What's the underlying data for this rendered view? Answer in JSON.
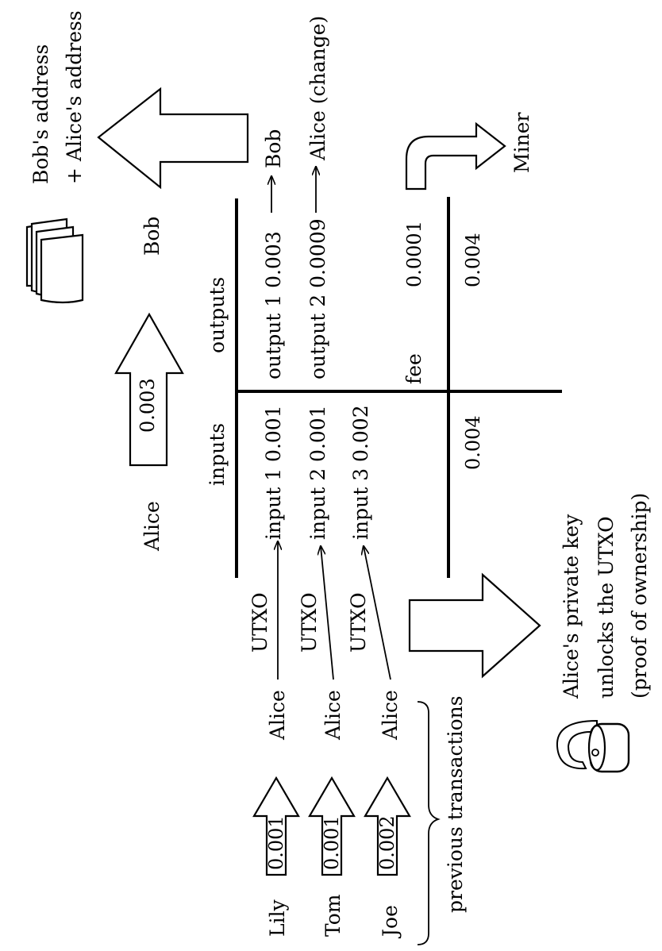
{
  "tx": {
    "inputs_header": "inputs",
    "outputs_header": "outputs",
    "inputs": [
      {
        "label": "input 1 0.001"
      },
      {
        "label": "input 2 0.001"
      },
      {
        "label": "input 3 0.002"
      }
    ],
    "outputs": [
      {
        "label": "output 1 0.003",
        "recipient": "Bob"
      },
      {
        "label": "output 2 0.0009",
        "recipient": "Alice (change)"
      }
    ],
    "fee_label": "fee",
    "fee_value": "0.0001",
    "input_total": "0.004",
    "output_total": "0.004",
    "miner_label": "Miner"
  },
  "payment": {
    "sender": "Alice",
    "receiver": "Bob",
    "amount": "0.003"
  },
  "addresses": {
    "line1": "Bob's address",
    "line2": "+ Alice's address"
  },
  "utxo_label": "UTXO",
  "previous": {
    "owner_label": "Alice",
    "items": [
      {
        "sender": "Lily",
        "amount": "0.001"
      },
      {
        "sender": "Tom",
        "amount": "0.001"
      },
      {
        "sender": "Joe",
        "amount": "0.002"
      }
    ],
    "brace_label": "previous transactions"
  },
  "unlock": {
    "line1": "Alice's private key",
    "line2": "unlocks the UTXO",
    "line3": "(proof of ownership)"
  },
  "icons": {
    "documents": "documents-icon",
    "padlock": "open-padlock-icon"
  }
}
